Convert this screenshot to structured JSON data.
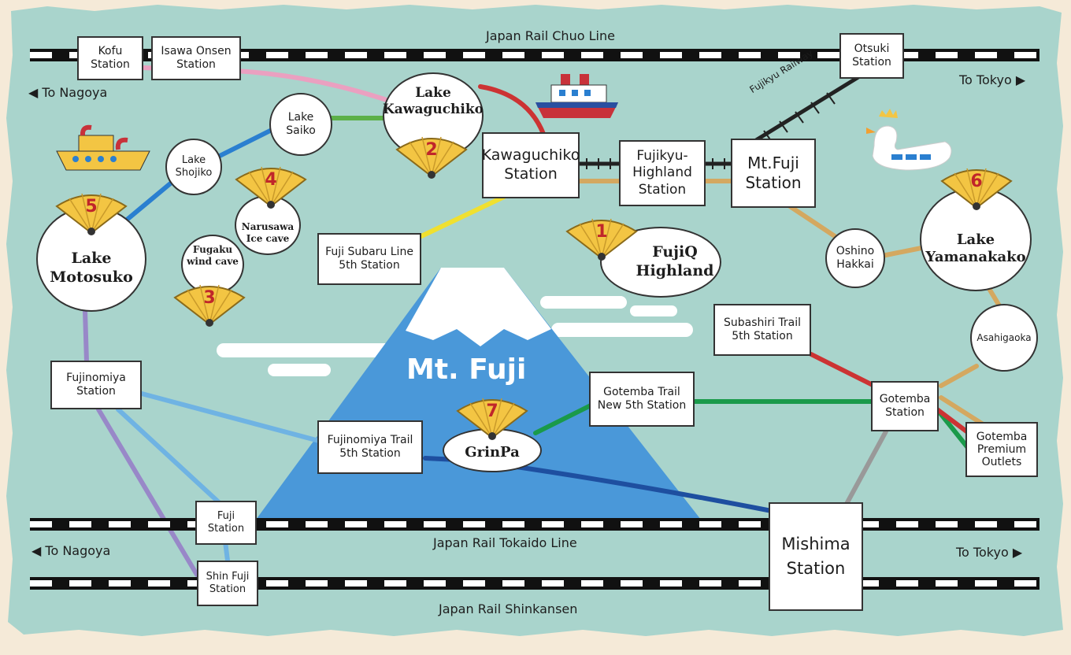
{
  "rail_lines": {
    "chuo": "Japan Rail Chuo Line",
    "tokaido": "Japan Rail Tokaido Line",
    "shinkansen": "Japan Rail Shinkansen",
    "fujikyu": "Fujikyu Railway"
  },
  "directions": {
    "to_nagoya_top": "To Nagoya",
    "to_tokyo_top": "To Tokyo",
    "to_nagoya_bottom": "To Nagoya",
    "to_tokyo_bottom": "To Tokyo"
  },
  "stations": {
    "kofu": "Kofu\nStation",
    "isawa": "Isawa Onsen\nStation",
    "otsuki": "Otsuki\nStation",
    "kawaguchiko": "Kawaguchiko\nStation",
    "fujikyu_highland": "Fujikyu-\nHighland\nStation",
    "mt_fuji": "Mt.Fuji\nStation",
    "fuji_subaru": "Fuji Subaru Line\n5th Station",
    "fujinomiya": "Fujinomiya\nStation",
    "fujinomiya_trail": "Fujinomiya Trail\n5th Station",
    "gotemba_trail": "Gotemba Trail\nNew 5th Station",
    "subashiri": "Subashiri Trail\n5th Station",
    "gotemba": "Gotemba\nStation",
    "gotemba_outlets": "Gotemba\nPremium\nOutlets",
    "fuji": "Fuji\nStation",
    "shin_fuji": "Shin Fuji\nStation",
    "mishima": "Mishima\nStation"
  },
  "spots": {
    "lake_saiko": "Lake\nSaiko",
    "lake_shojiko": "Lake\nShojiko",
    "lake_kawaguchiko": "Lake\nKawaguchiko",
    "narusawa": "Narusawa\nIce cave",
    "fugaku": "Fugaku\nwind cave",
    "lake_motosuko": "Lake\nMotosuko",
    "fujiq": "FujiQ\nHighland",
    "oshino": "Oshino\nHakkai",
    "lake_yamanakako": "Lake\nYamanakako",
    "asahigaoka": "Asahigaoka",
    "grinpa": "GrinPa"
  },
  "mountain": "Mt. Fuji",
  "fans": {
    "f1": "1",
    "f2": "2",
    "f3": "3",
    "f4": "4",
    "f5": "5",
    "f6": "6",
    "f7": "7"
  },
  "colors": {
    "background_sea": "#a9d4cc",
    "mountain": "#4a98d9",
    "route_tan": "#d4a860",
    "route_pink": "#eaa0c0",
    "route_green": "#5cb048",
    "route_blue": "#2a7fd0",
    "route_red": "#cc3333",
    "route_yellow": "#f0e030",
    "route_purple": "#9888c8",
    "route_lightblue": "#6fb3e3",
    "route_navy": "#1e4fa0",
    "route_darkgreen": "#1a9a4a",
    "route_gray": "#999999",
    "fan_gold": "#f3c543",
    "fan_number": "#c0262a"
  },
  "icons": [
    "ferry-boat-icon",
    "yellow-boat-icon",
    "swan-boat-icon",
    "fan-icon",
    "cloud-icon"
  ]
}
